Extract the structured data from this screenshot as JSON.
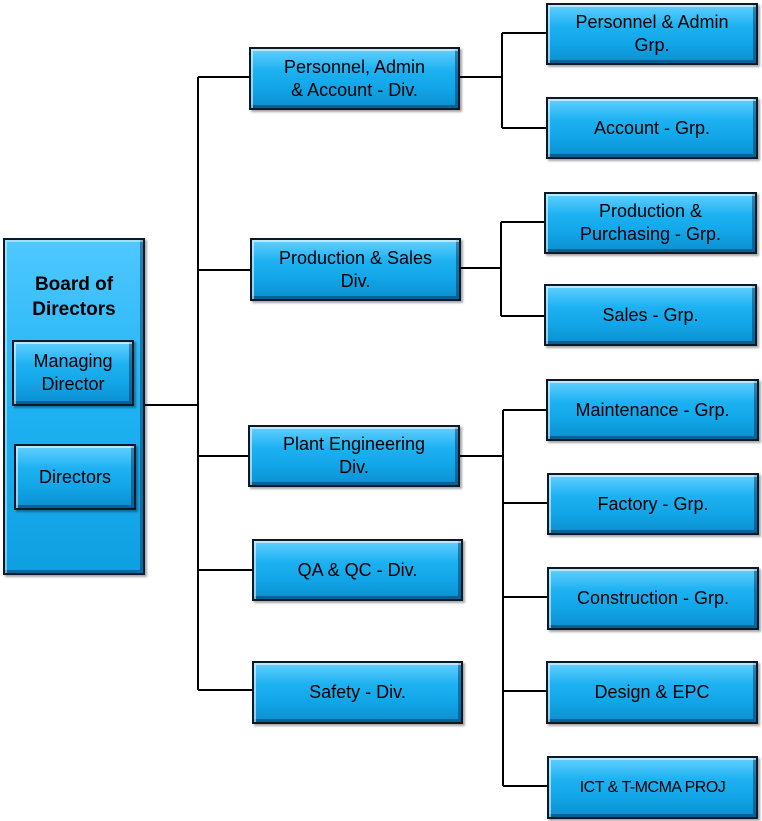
{
  "board": {
    "title": "Board of\nDirectors",
    "members": [
      "Managing\nDirector",
      "Directors"
    ]
  },
  "divisions": [
    {
      "label": "Personnel, Admin\n& Account - Div.",
      "groups": [
        "Personnel & Admin\nGrp.",
        "Account - Grp."
      ]
    },
    {
      "label": "Production & Sales\nDiv.",
      "groups": [
        "Production &\nPurchasing - Grp.",
        "Sales - Grp."
      ]
    },
    {
      "label": "Plant Engineering\nDiv.",
      "groups": [
        "Maintenance - Grp.",
        "Factory - Grp.",
        "Construction - Grp.",
        "Design & EPC",
        "ICT & T-MCMA PROJ"
      ]
    },
    {
      "label": "QA & QC - Div.",
      "groups": []
    },
    {
      "label": "Safety - Div.",
      "groups": []
    }
  ],
  "colors": {
    "box_fill": "#12a6e8",
    "box_border": "#0b1a26",
    "line": "#000000"
  }
}
